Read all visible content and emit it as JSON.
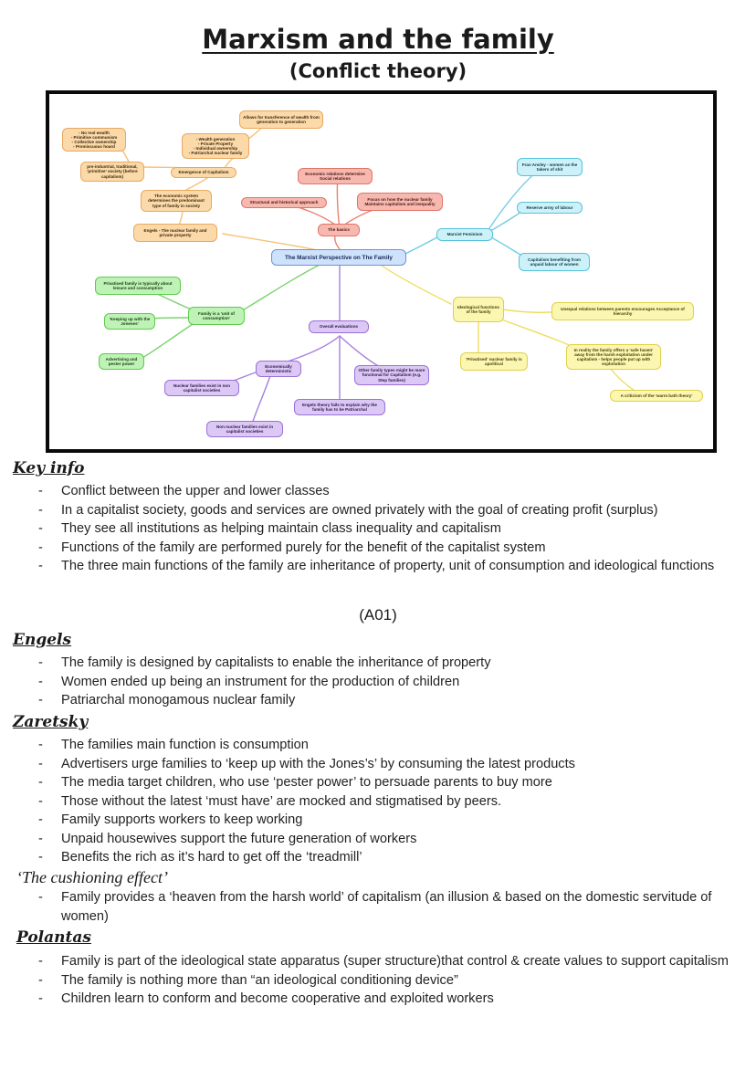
{
  "title": "Marxism and the family",
  "subtitle": "(Conflict theory)",
  "mindmap": {
    "center": "The Marxist Perspective on The Family",
    "nodes": {
      "transference": "Allows for transference of wealth from generation to generation",
      "no_real_wealth": "- No real wealth\n- Primitive communism\n- Collective ownership\n- Promiscuous hoard",
      "wealth_gen": "- Wealth generation\n- Private Property\n- Individual ownership\n- Patriarchal nuclear family",
      "pre_industrial": "pre-industrial, traditional, 'primitive' society (before capitalism)",
      "emergence": "Emergence of Capitalism",
      "economic_system": "The economic system determines the predominant type of family in society",
      "engels_node": "Engels - The nuclear family and private property",
      "econ_relations": "Economic relations determine Social relations",
      "structural": "Structural and historical approach",
      "focus": "Focus on how the nuclear family Maintains capitalism and inequality",
      "basics": "The basics",
      "fran_ansley": "Fran Ansley - women as the takers of shit",
      "reserve": "Reserve army of labour",
      "marxist_feminism": "Marxist Feminism",
      "cap_benefiting": "Capitalism benefiting from unpaid labour of women",
      "privatised_leisure": "Privatised family is typically about leisure and consumption",
      "unit_consumption": "Family is a 'unit of consumption'",
      "keeping_up": "'Keeping up with the Joneses'",
      "advertising": "Advertising and pester power",
      "overall": "Overall evaluations",
      "ideological": "Ideological functions of the family",
      "unequal": "Unequal relations between parents encourages Acceptance of hierarchy",
      "privatised_apolitical": "'Privatised' nuclear family is apolitical",
      "safe_haven": "In reality the family offers a 'safe haven' away from the harsh exploitation under capitalism - helps people put up with exploitation",
      "warm_bath": "A criticism of the 'warm bath theory'",
      "econ_determ": "Economically deterministic",
      "other_family": "Other family types might be more functional for Capitalism (e.g. Step families)",
      "nuclear_noncap": "Nuclear families exist in non capitalist societies",
      "patriarchal": "Engels theory fails to explain why the family has to be Patriarchal",
      "non_nuclear": "Non nuclear families exist in capitalist societies"
    }
  },
  "sections": {
    "key_info": {
      "heading": "Key info",
      "items": [
        "Conflict between the upper and lower classes",
        "In a capitalist society, goods and services are owned privately with the goal of creating profit (surplus)",
        "They see all institutions as helping maintain class inequality and capitalism",
        "Functions of the family are performed purely for the benefit of the capitalist system",
        "The three main functions of the family are inheritance of property, unit of consumption and ideological functions"
      ]
    },
    "ao": "(A01)",
    "engels": {
      "heading": "Engels",
      "items": [
        "The family is designed by capitalists to enable the inheritance of property",
        "Women ended up being an instrument for the production of children",
        "Patriarchal monogamous nuclear family"
      ]
    },
    "zaretsky": {
      "heading": "Zaretsky",
      "items": [
        "The families main function is consumption",
        "Advertisers urge families to ‘keep up with the Jones’s’ by consuming the latest products",
        "The media target children, who use ‘pester power’ to persuade parents to buy more",
        "Those without the latest ‘must have’ are mocked and stigmatised by peers.",
        "Family supports workers to keep working",
        "Unpaid housewives support the future generation of workers",
        "Benefits the rich as it’s hard to get off the ‘treadmill’"
      ]
    },
    "cushioning": {
      "heading": "‘The cushioning effect’",
      "items": [
        "Family provides a ‘heaven from the harsh world’ of capitalism (an illusion & based on the domestic servitude of women)"
      ]
    },
    "polantas": {
      "heading": "Polantas",
      "items": [
        "Family is part of the ideological state apparatus (super structure)that control & create values to support capitalism",
        "The family is nothing more than “an ideological conditioning device”",
        "Children learn to conform and become cooperative and exploited workers"
      ]
    }
  },
  "colors": {
    "orange": "#fcd9a8",
    "red": "#f7b8b0",
    "blue": "#cfe2fb",
    "cyan": "#cdf1f8",
    "green": "#bff2b6",
    "yellow": "#fbf6b0",
    "purple": "#dcc8f4"
  }
}
